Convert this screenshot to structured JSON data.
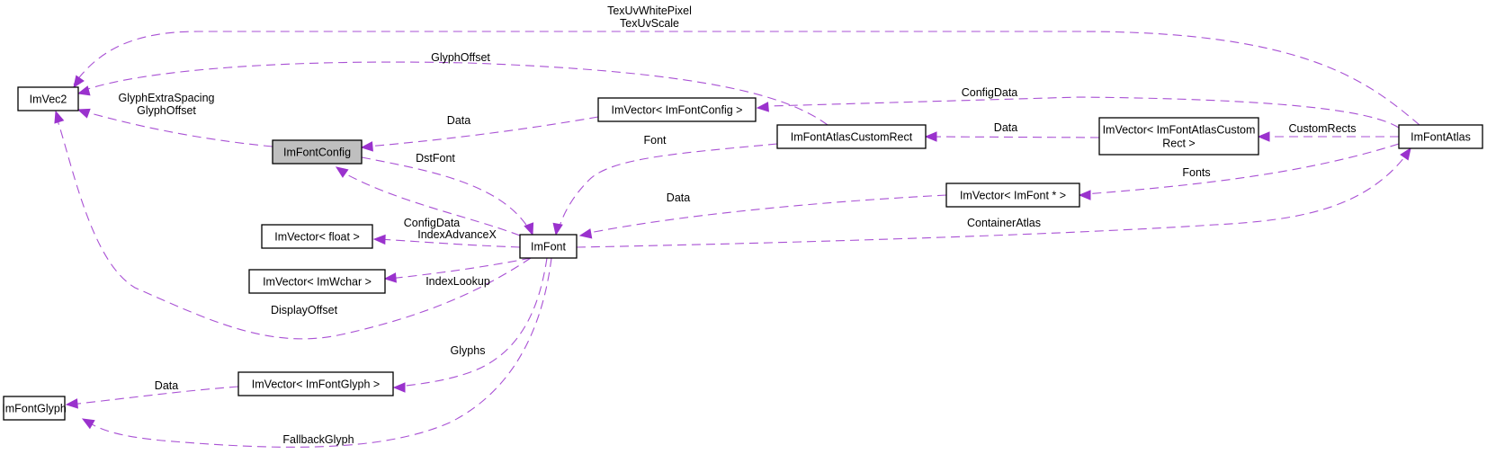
{
  "diagram": {
    "type": "collaboration-graph",
    "nodes": [
      {
        "id": "ImVec2",
        "label": "ImVec2",
        "highlight": false
      },
      {
        "id": "ImFontConfig",
        "label": "ImFontConfig",
        "highlight": true
      },
      {
        "id": "ImVectorFontConfig",
        "label": "ImVector< ImFontConfig >",
        "highlight": false
      },
      {
        "id": "ImFontAtlasCustomRect",
        "label": "ImFontAtlasCustomRect",
        "highlight": false
      },
      {
        "id": "ImVectorCustomRect",
        "label": "ImVector< ImFontAtlasCustom\nRect >",
        "highlight": false
      },
      {
        "id": "ImFontAtlas",
        "label": "ImFontAtlas",
        "highlight": false
      },
      {
        "id": "ImVectorFontPtr",
        "label": "ImVector< ImFont * >",
        "highlight": false
      },
      {
        "id": "ImVectorFloat",
        "label": "ImVector< float >",
        "highlight": false
      },
      {
        "id": "ImFont",
        "label": "ImFont",
        "highlight": false
      },
      {
        "id": "ImVectorWchar",
        "label": "ImVector< ImWchar >",
        "highlight": false
      },
      {
        "id": "ImVectorGlyph",
        "label": "ImVector< ImFontGlyph >",
        "highlight": false
      },
      {
        "id": "ImFontGlyph",
        "label": "ImFontGlyph",
        "highlight": false
      }
    ],
    "edges": [
      {
        "from": "ImFontAtlas",
        "to": "ImVec2",
        "label": "TexUvWhitePixel\nTexUvScale"
      },
      {
        "from": "ImFontAtlasCustomRect",
        "to": "ImVec2",
        "label": "GlyphOffset"
      },
      {
        "from": "ImFontConfig",
        "to": "ImVec2",
        "label": "GlyphExtraSpacing\nGlyphOffset"
      },
      {
        "from": "ImVectorFontConfig",
        "to": "ImFontConfig",
        "label": "Data"
      },
      {
        "from": "ImFontAtlas",
        "to": "ImVectorFontConfig",
        "label": "ConfigData"
      },
      {
        "from": "ImVectorCustomRect",
        "to": "ImFontAtlasCustomRect",
        "label": "Data"
      },
      {
        "from": "ImFontAtlas",
        "to": "ImVectorCustomRect",
        "label": "CustomRects"
      },
      {
        "from": "ImFontConfig",
        "to": "ImFont",
        "label": "DstFont"
      },
      {
        "from": "ImFontAtlasCustomRect",
        "to": "ImFont",
        "label": "Font"
      },
      {
        "from": "ImFont",
        "to": "ImFontConfig",
        "label": "ConfigData"
      },
      {
        "from": "ImVectorFontPtr",
        "to": "ImFont",
        "label": "Data"
      },
      {
        "from": "ImFontAtlas",
        "to": "ImVectorFontPtr",
        "label": "Fonts"
      },
      {
        "from": "ImFont",
        "to": "ImFontAtlas",
        "label": "ContainerAtlas"
      },
      {
        "from": "ImFont",
        "to": "ImVectorFloat",
        "label": "IndexAdvanceX"
      },
      {
        "from": "ImFont",
        "to": "ImVectorWchar",
        "label": "IndexLookup"
      },
      {
        "from": "ImFont",
        "to": "ImVec2",
        "label": "DisplayOffset"
      },
      {
        "from": "ImFont",
        "to": "ImVectorGlyph",
        "label": "Glyphs"
      },
      {
        "from": "ImVectorGlyph",
        "to": "ImFontGlyph",
        "label": "Data"
      },
      {
        "from": "ImFont",
        "to": "ImFontGlyph",
        "label": "FallbackGlyph"
      }
    ]
  }
}
